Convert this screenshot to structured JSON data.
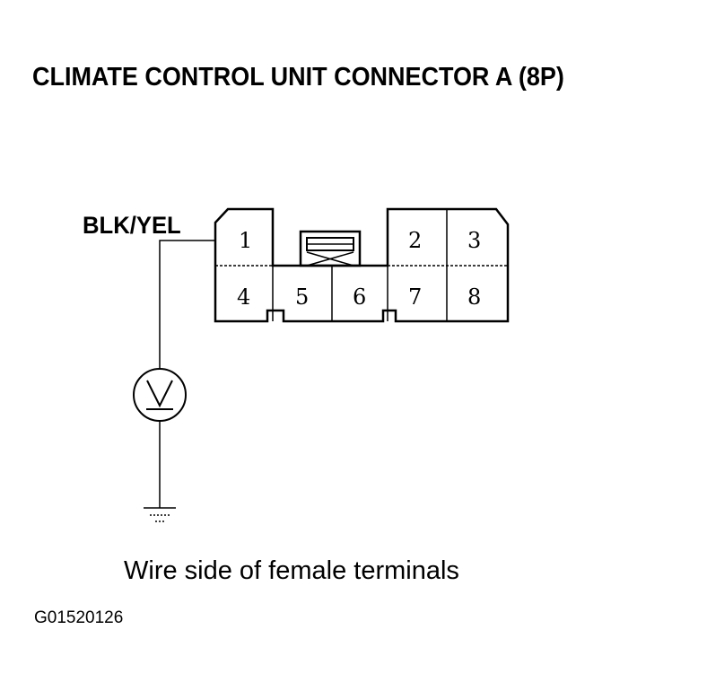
{
  "title": "CLIMATE CONTROL UNIT CONNECTOR A (8P)",
  "wire_label": "BLK/YEL",
  "caption": "Wire side of female terminals",
  "figure_id": "G01520126",
  "connector": {
    "pins": [
      {
        "number": "1"
      },
      {
        "number": "2"
      },
      {
        "number": "3"
      },
      {
        "number": "4"
      },
      {
        "number": "5"
      },
      {
        "number": "6"
      },
      {
        "number": "7"
      },
      {
        "number": "8"
      }
    ]
  },
  "meter": {
    "symbol": "V",
    "icon": "voltmeter-icon"
  },
  "ground": {
    "icon": "ground-icon"
  }
}
